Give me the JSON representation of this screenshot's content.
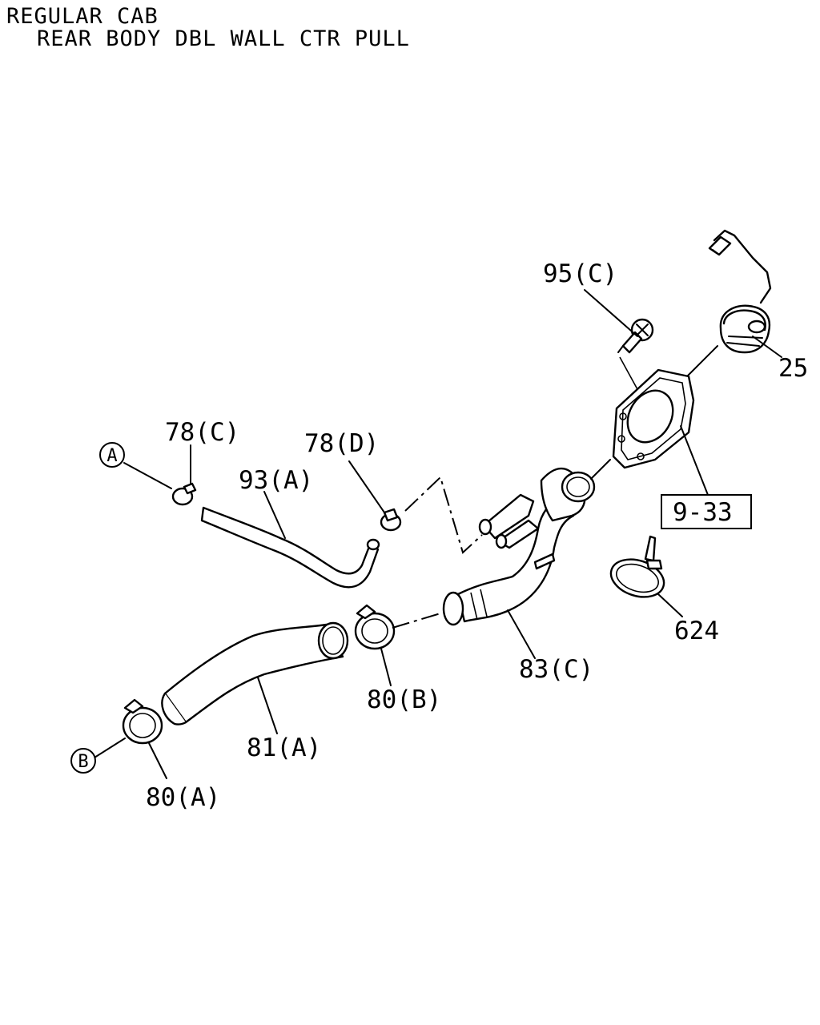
{
  "header": {
    "line1": "REGULAR CAB",
    "line2": "REAR BODY DBL WALL CTR PULL"
  },
  "callouts": {
    "a": "A",
    "b": "B"
  },
  "parts": {
    "p95c": "95(C)",
    "p25": "25",
    "p78c": "78(C)",
    "p78d": "78(D)",
    "p93a": "93(A)",
    "p9_33": "9-33",
    "p624": "624",
    "p83c": "83(C)",
    "p80b": "80(B)",
    "p81a": "81(A)",
    "p80a": "80(A)"
  }
}
